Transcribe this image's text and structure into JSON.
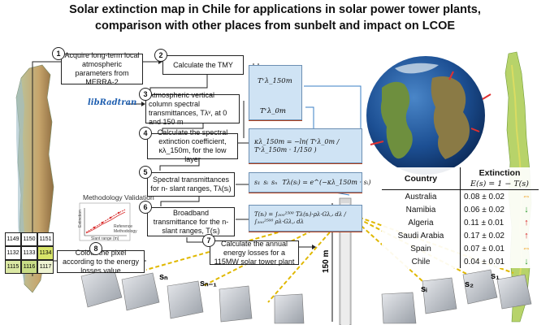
{
  "title": {
    "line1": "Solar extinction map in Chile for applications in solar power tower plants,",
    "line2": "comparison with other places from sunbelt and impact on LCOE"
  },
  "steps": [
    {
      "num": "1",
      "text": "Acquire long-term local atmospheric parameters from MERRA-2"
    },
    {
      "num": "2",
      "text": "Calculate the TMY"
    },
    {
      "num": "3",
      "text": "Atmospheric vertical column spectral transmittances, Tλᵛ, at 0 and 150 m"
    },
    {
      "num": "4",
      "text": "Calculate the spectral extinction coefficient, κλ_150m, for the low layer"
    },
    {
      "num": "5",
      "text": "Spectral transmittances for n- slant ranges, Tλ(sᵢ)"
    },
    {
      "num": "6",
      "text": "Broadband transmittance for the n- slant ranges, T(sᵢ)"
    },
    {
      "num": "7",
      "text": "Calculate the annual energy losses for a 115MW solar tower plant"
    },
    {
      "num": "8",
      "text": "Colour the pixel according to the energy losses value"
    }
  ],
  "equations": {
    "tv150": "Tᵛλ_150m",
    "tv0": "Tᵛλ_0m",
    "kappa": "κλ_150m = −ln( Tᵛλ_0m / Tᵛλ_150m · 1/150 )",
    "s1": "s₁",
    "si": "sᵢ",
    "sn": "sₙ",
    "tlambda": "Tλ(sᵢ) = e^(−κλ_150m · sᵢ)",
    "tbroad": "T(sᵢ) = ∫₃₀₀²⁵⁰⁰ Tλ(sᵢ)·ρλ·Gλ,ᵢ dλ / ∫₃₀₀²⁵⁰⁰ ρλ·Gλ,ᵢ dλ"
  },
  "libradtran": "libRadtran",
  "validation": {
    "title": "Methodology Validation",
    "xlabel": "Slant range (m)",
    "ylabel": "Extinction",
    "legend_ref": "Reference",
    "legend_meth": "Methodology"
  },
  "pixels": [
    {
      "id": "1149",
      "color": "#ffffff"
    },
    {
      "id": "1150",
      "color": "#ffffff"
    },
    {
      "id": "1151",
      "color": "#ffffff"
    },
    {
      "id": "1132",
      "color": "#ffffff"
    },
    {
      "id": "1133",
      "color": "#ffffff"
    },
    {
      "id": "1134",
      "color": "#d8e56a"
    },
    {
      "id": "1115",
      "color": "#dbe8a4"
    },
    {
      "id": "1116",
      "color": "#c8dc86"
    },
    {
      "id": "1117",
      "color": "#eef3d2"
    }
  ],
  "field_labels": {
    "sn": "sₙ",
    "sn1": "sₙ₋₁",
    "si": "sᵢ",
    "s2": "s₂",
    "s1": "s₁",
    "height": "150 m"
  },
  "table": {
    "col1": "Country",
    "col2_top": "Extinction",
    "col2_bottom": "E(s) = 1 − T(s)",
    "rows": [
      {
        "country": "Australia",
        "value": "0.08  ± 0.02",
        "arrow": "⇔",
        "arrow_color": "#f0a020"
      },
      {
        "country": "Namibia",
        "value": "0.06  ± 0.02",
        "arrow": "↓",
        "arrow_color": "#2a9a2a"
      },
      {
        "country": "Algeria",
        "value": "0.11  ± 0.01",
        "arrow": "↑",
        "arrow_color": "#d62020"
      },
      {
        "country": "Saudi Arabia",
        "value": "0.17  ± 0.02",
        "arrow": "↑",
        "arrow_color": "#d62020"
      },
      {
        "country": "Spain",
        "value": "0.07  ± 0.01",
        "arrow": "⇔",
        "arrow_color": "#f0a020"
      },
      {
        "country": "Chile",
        "value": "0.04  ± 0.01",
        "arrow": "↓",
        "arrow_color": "#2a9a2a"
      }
    ]
  }
}
